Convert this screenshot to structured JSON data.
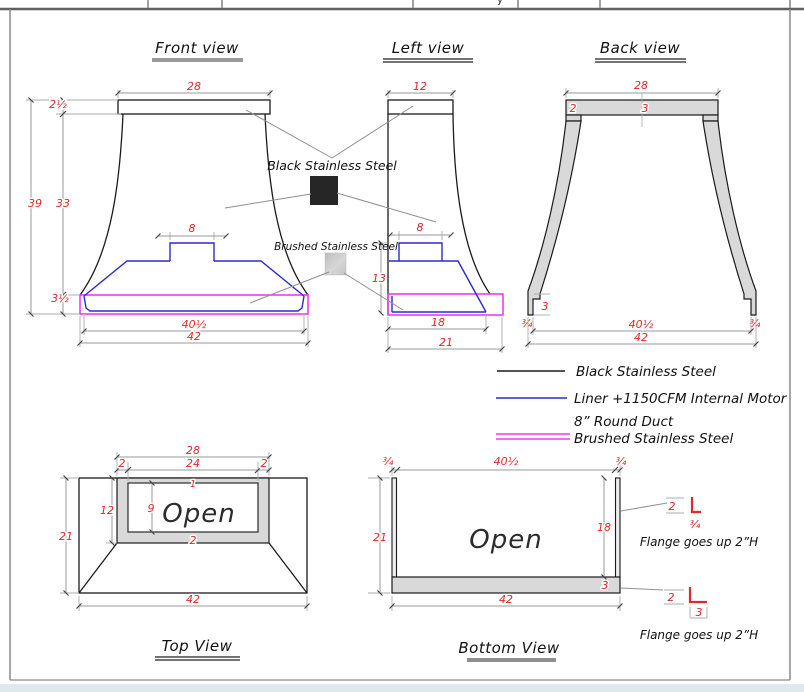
{
  "sheet": {
    "header_remnant": "y"
  },
  "colors": {
    "dimension_red": "#e02828",
    "liner_blue": "#2a2ad0",
    "brushed_magenta": "#ee3cee",
    "panel_gray": "#d9d9d9",
    "black_swatch": "#262626",
    "footer_bar": "#dfe8ec"
  },
  "views": {
    "front": {
      "title": "Front view",
      "dims": {
        "top_width": "28",
        "top_height": "2½",
        "overall_height": "39",
        "body_height": "33",
        "duct_width": "8",
        "band_height": "3½",
        "liner_width": "40½",
        "overall_width": "42"
      }
    },
    "left": {
      "title": "Left view",
      "dims": {
        "top_width": "12",
        "duct_width": "8",
        "liner_height": "13",
        "liner_depth": "18",
        "overall_depth": "21"
      }
    },
    "back": {
      "title": "Back view",
      "dims": {
        "top_width": "28",
        "plate_edge": "2",
        "plate_height": "3",
        "foot_height": "3",
        "foot_width_left": "¾",
        "foot_width_right": "¾",
        "inner_width": "40½",
        "overall_width": "42"
      }
    },
    "top": {
      "title": "Top View",
      "open_label": "Open",
      "dims": {
        "frame_width": "28",
        "band_left": "2",
        "opening_width": "24",
        "band_right": "2",
        "band_top": "1",
        "opening_depth": "9",
        "frame_depth": "12",
        "band_bottom": "2",
        "overall_depth": "21",
        "overall_width": "42"
      }
    },
    "bottom": {
      "title": "Bottom View",
      "open_label": "Open",
      "dims": {
        "wall_left": "¾",
        "inner_width": "40½",
        "wall_right": "¾",
        "overall_depth": "21",
        "inner_depth": "18",
        "band_height": "3",
        "overall_width": "42"
      }
    }
  },
  "callouts": {
    "black_steel": "Black Stainless Steel",
    "brushed_steel": "Brushed Stainless Steel"
  },
  "legend": {
    "items": [
      {
        "name": "black-stainless-steel",
        "label": "Black Stainless Steel"
      },
      {
        "name": "liner-motor",
        "label": "Liner +1150CFM Internal Motor",
        "label2": "8” Round Duct"
      },
      {
        "name": "brushed-stainless-steel",
        "label": "Brushed Stainless Steel"
      }
    ]
  },
  "flange_details": [
    {
      "height": "2",
      "width": "¾",
      "note": "Flange goes up 2”H"
    },
    {
      "height": "2",
      "width": "3",
      "note": "Flange goes up 2”H"
    }
  ]
}
